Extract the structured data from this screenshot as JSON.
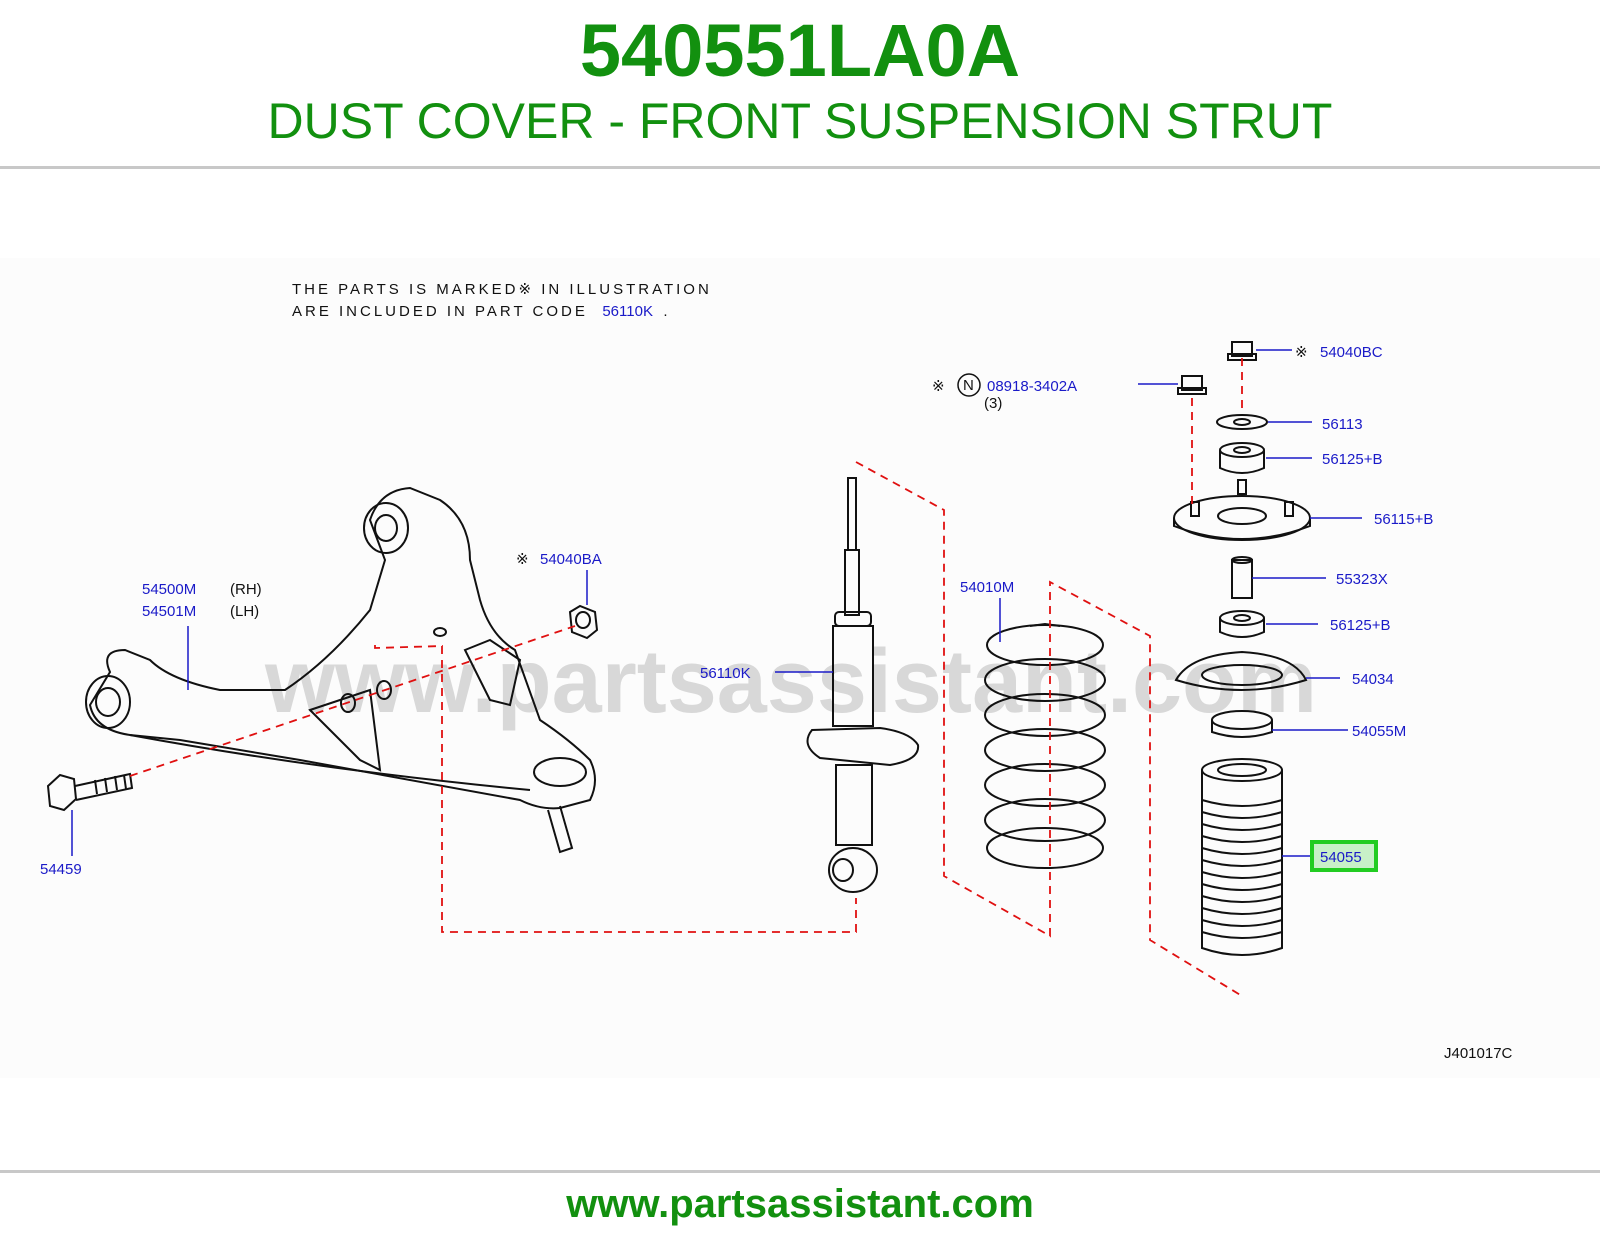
{
  "header": {
    "part_number": "540551LA0A",
    "description": "DUST COVER - FRONT SUSPENSION STRUT"
  },
  "diagram": {
    "note_line1": "THE PARTS IS MARKED※ IN ILLUSTRATION",
    "note_line2_prefix": "ARE INCLUDED IN PART CODE",
    "note_code": "56110K",
    "note_period": ".",
    "watermark": "www.partsassistant.com",
    "figure_code": "J401017C",
    "marker_symbol": "※",
    "circled_letter": "N",
    "labels": {
      "l54040BC": "54040BC",
      "l08918": "08918-3402A",
      "l08918_qty": "(3)",
      "l56113": "56113",
      "l56125a": "56125+B",
      "l56115": "56115+B",
      "l55323": "55323X",
      "l56125b": "56125+B",
      "l54034": "54034",
      "l54055M": "54055M",
      "l54055": "54055",
      "l54010M": "54010M",
      "l56110K": "56110K",
      "l54040BA": "54040BA",
      "l54500M": "54500M",
      "l54500M_side": "(RH)",
      "l54501M": "54501M",
      "l54501M_side": "(LH)",
      "l54459": "54459"
    },
    "highlight_color": "#22cc22"
  },
  "footer": {
    "url": "www.partsassistant.com"
  }
}
